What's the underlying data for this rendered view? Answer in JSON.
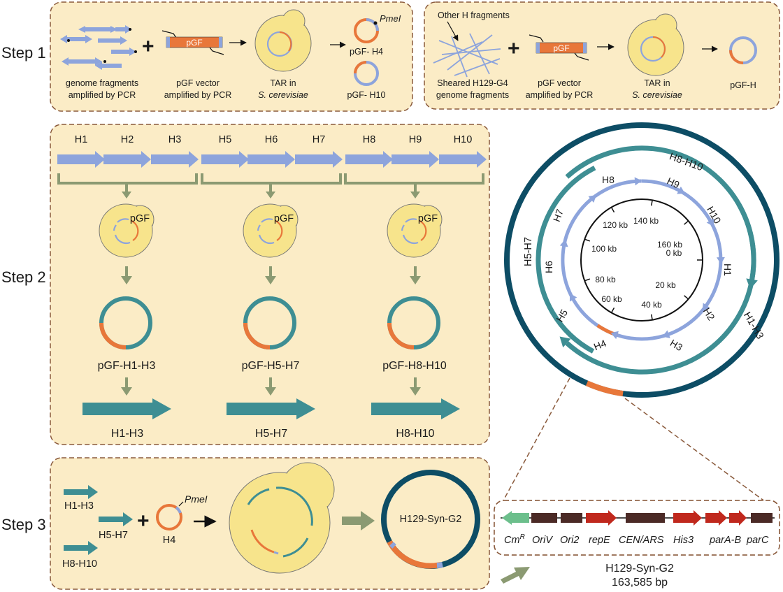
{
  "steps": {
    "s1": "Step 1",
    "s2": "Step 2",
    "s3": "Step 3"
  },
  "panel1a": {
    "frag_caption": [
      "genome fragments",
      "amplified by PCR"
    ],
    "vector_label": "pGF",
    "vector_caption": [
      "pGF vector",
      "amplified by PCR"
    ],
    "tar_caption": [
      "TAR in",
      "S. cerevisiae"
    ],
    "pmei": "PmeI",
    "product_a": "pGF- H4",
    "product_b": "pGF- H10"
  },
  "panel1b": {
    "other_label": "Other H fragments",
    "sheared_caption": [
      "Sheared H129-G4",
      "genome fragments"
    ],
    "vector_label": "pGF",
    "vector_caption": [
      "pGF vector",
      "amplified by PCR"
    ],
    "tar_caption": [
      "TAR in",
      "S. cerevisiae"
    ],
    "product": "pGF-H"
  },
  "panel2": {
    "fragments": [
      "H1",
      "H2",
      "H3",
      "H5",
      "H6",
      "H7",
      "H8",
      "H9",
      "H10"
    ],
    "yeast_label": "pGF",
    "plasmids": [
      "pGF-H1-H3",
      "pGF-H5-H7",
      "pGF-H8-H10"
    ],
    "products": [
      "H1-H3",
      "H5-H7",
      "H8-H10"
    ]
  },
  "circle_map": {
    "kb_labels": [
      "0 kb",
      "20 kb",
      "40 kb",
      "60 kb",
      "80 kb",
      "100 kb",
      "120 kb",
      "140 kb",
      "160 kb"
    ],
    "inner_labels": [
      "H1",
      "H2",
      "H3",
      "H4",
      "H5",
      "H6",
      "H7",
      "H8",
      "H9",
      "H10"
    ],
    "middle_labels": [
      "H1-H3",
      "H5-H7",
      "H8-H10"
    ]
  },
  "panel3": {
    "fragments": [
      "H1-H3",
      "H5-H7",
      "H8-H10"
    ],
    "h4": "H4",
    "pmei": "PmeI",
    "plasmid": "H129-Syn-G2"
  },
  "gene_map": {
    "genes": [
      "CmR",
      "OriV",
      "Ori2",
      "repE",
      "CEN/ARS",
      "His3",
      "parA-B",
      "parC"
    ],
    "title": "H129-Syn-G2",
    "size": "163,585 bp"
  },
  "colors": {
    "panel_bg": "#fbecc6",
    "panel_border": "#8a5a3c",
    "blue_fragment": "#8da4dc",
    "orange_vector": "#e8773a",
    "teal": "#3e8e93",
    "dark_teal": "#0d4d65",
    "yeast": "#f7e48c",
    "olive_arrow": "#8b9a72",
    "red_gene": "#c0281d",
    "brown_gene": "#4b2a26",
    "green_gene": "#6cbf8c"
  }
}
